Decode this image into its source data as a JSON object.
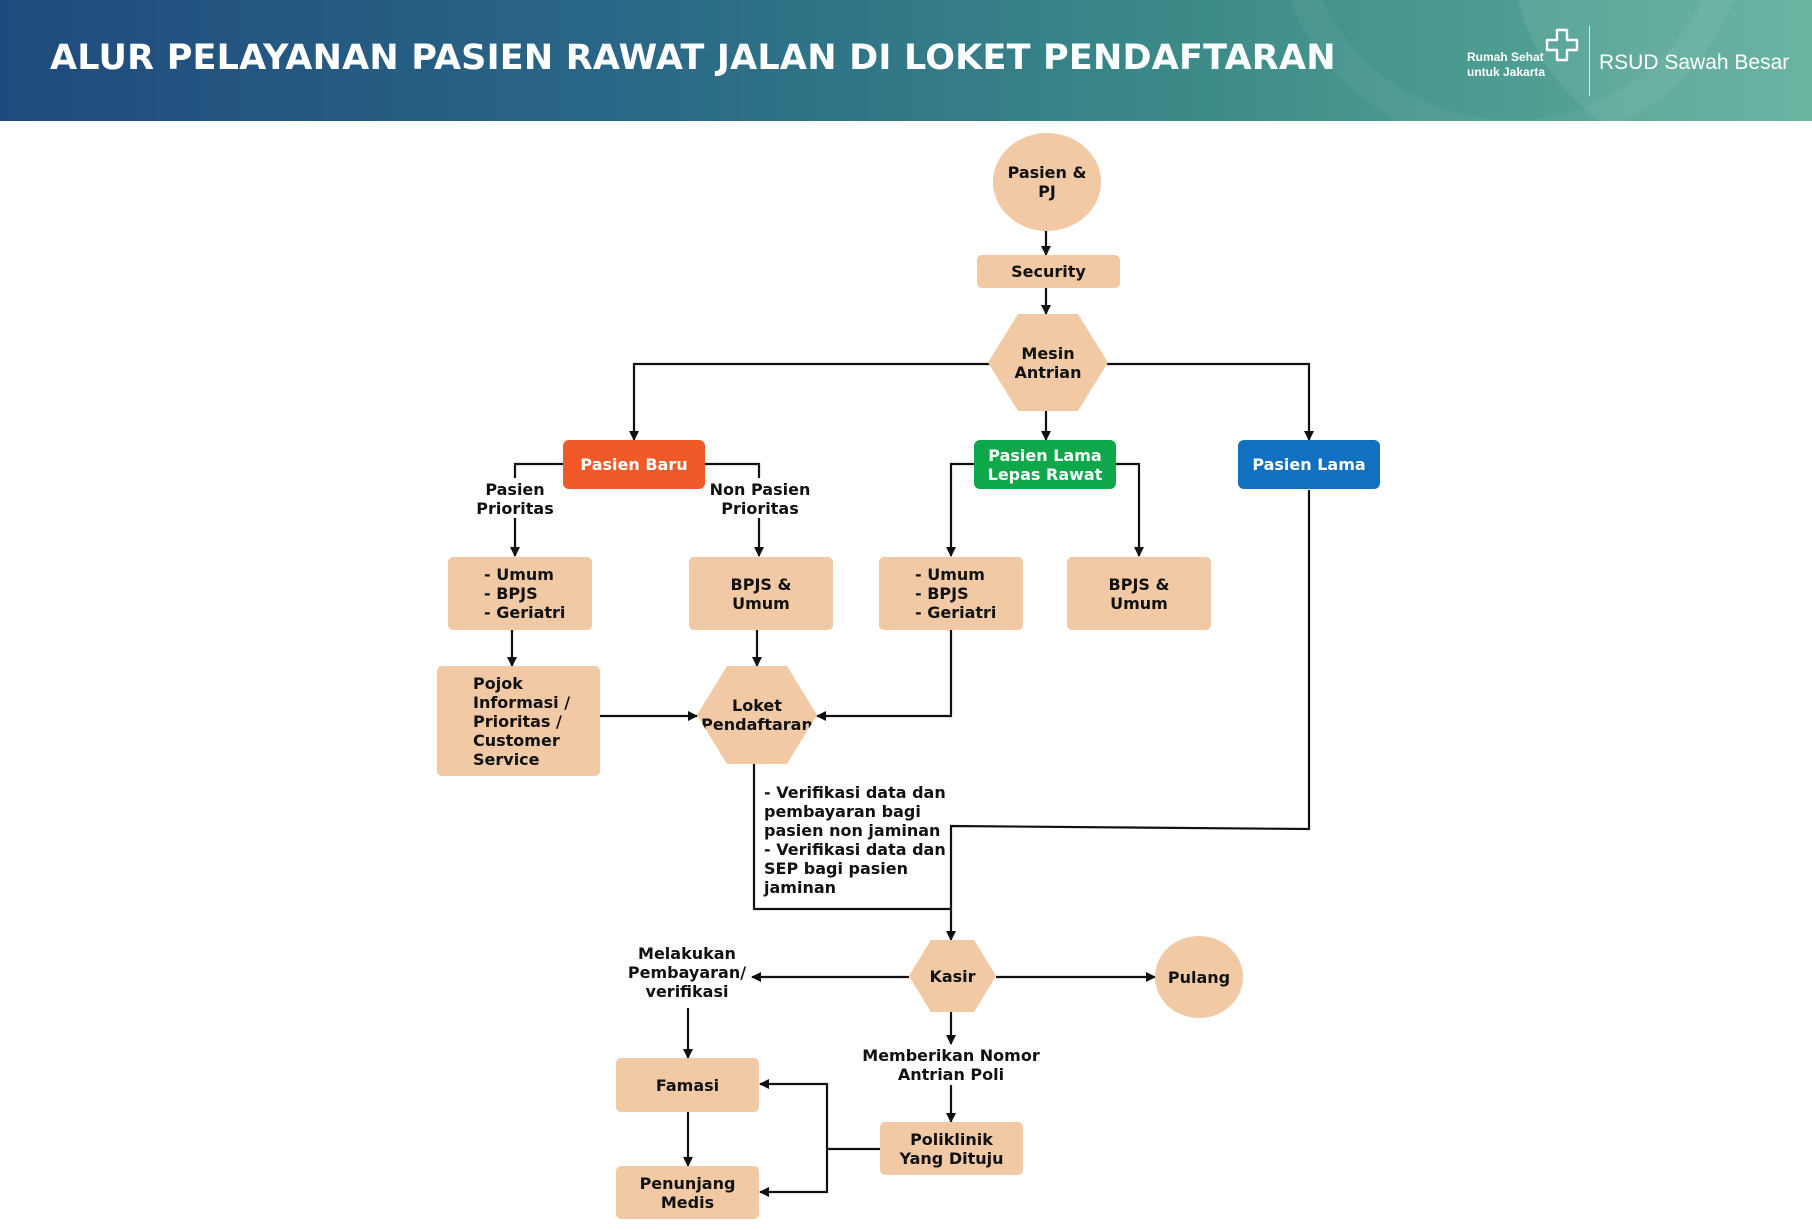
{
  "header": {
    "title": "ALUR PELAYANAN PASIEN RAWAT JALAN DI LOKET PENDAFTARAN",
    "brand_tagline": "Rumah Sehat\nuntuk Jakarta",
    "brand_name": "RSUD Sawah Besar",
    "brand_icon": "cross-icon"
  },
  "colors": {
    "node_fill": "#f1caa5",
    "pasien_baru": "#f05a28",
    "pasien_lama_lepas_rawat": "#0ea84a",
    "pasien_lama": "#1270c1",
    "arrow": "#111111"
  },
  "nodes": {
    "pasien_pj": "Pasien &\nPJ",
    "security": "Security",
    "mesin_antrian": "Mesin\nAntrian",
    "pasien_baru": "Pasien Baru",
    "pasien_lama_lepas_rawat": "Pasien Lama\nLepas Rawat",
    "pasien_lama": "Pasien Lama",
    "umum_bpjs_geriatri_1": "- Umum\n- BPJS\n- Geriatri",
    "bpjs_umum_1": "BPJS &\nUmum",
    "umum_bpjs_geriatri_2": "- Umum\n- BPJS\n- Geriatri",
    "bpjs_umum_2": "BPJS &\nUmum",
    "pojok_informasi": "Pojok\nInformasi /\nPrioritas /\nCustomer\nService",
    "loket_pendaftaran": "Loket\nPendaftaran",
    "kasir": "Kasir",
    "pulang": "Pulang",
    "famasi": "Famasi",
    "penunjang_medis": "Penunjang\nMedis",
    "poliklinik": "Poliklinik\nYang Dituju"
  },
  "labels": {
    "pasien_prioritas": "Pasien\nPrioritas",
    "non_pasien_prioritas": "Non Pasien\nPrioritas",
    "verifikasi": "- Verifikasi data dan\n   pembayaran bagi\n   pasien non jaminan\n- Verifikasi data dan\n   SEP bagi pasien\n   jaminan",
    "melakukan_pembayaran": "Melakukan\nPembayaran/\nverifikasi",
    "memberikan_nomor": "Memberikan Nomor\nAntrian Poli"
  }
}
